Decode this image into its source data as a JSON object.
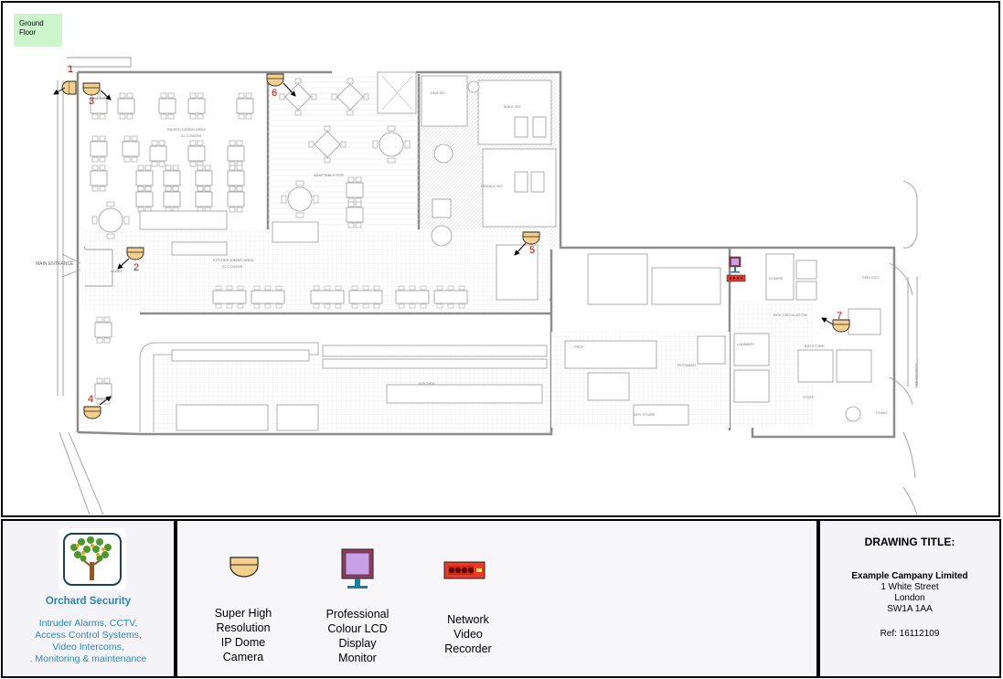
{
  "plan": {
    "floor_label": "Ground Floor",
    "cameras": [
      {
        "num": "1"
      },
      {
        "num": "2"
      },
      {
        "num": "3"
      },
      {
        "num": "4"
      },
      {
        "num": "5"
      },
      {
        "num": "6"
      },
      {
        "num": "7"
      }
    ],
    "room_labels": {
      "main_entrance": "MAIN ENTRANCE",
      "raised_dining": "RAISED DINING AREA",
      "covers_1": "32 COVERS",
      "adaptable_pdr": "ADAPTABLE PDR",
      "kitchen_dining": "KITCHEN DINING AREA",
      "covers_2": "22 COVERS",
      "disabled_wc": "DDA WC",
      "male_wc": "MALE WC",
      "female_wc": "FEMALE WC",
      "kitchen": "KITCHEN",
      "prep": "PREP",
      "pot_wash": "POTWASH",
      "dry_store": "DRY STORE",
      "comms": "COMMS",
      "fire_exit": "FIRE EXIT",
      "bin_circulation": "BOH CIRCULATION",
      "bin_store": "BIN STORE",
      "plant": "PLANT",
      "staff": "STAFF",
      "laundry": "LAUNDRY",
      "lobby": "LOBBY",
      "loading_bay": "LOADING BAY"
    }
  },
  "company": {
    "name": "Orchard Security",
    "services": [
      "Intruder Alarms, CCTV,",
      "Access Control Systems,",
      "Video Intercoms,",
      ". Monitoring & maintenance"
    ]
  },
  "legend": [
    {
      "icon": "dome-camera-icon",
      "lines": [
        "Super High",
        "Resolution",
        "IP Dome",
        "Camera"
      ]
    },
    {
      "icon": "lcd-monitor-icon",
      "lines": [
        "Professional",
        "Colour LCD",
        "Display",
        "Monitor"
      ]
    },
    {
      "icon": "nvr-icon",
      "lines": [
        "Network",
        "Video",
        "Recorder"
      ]
    }
  ],
  "title_block": {
    "heading": "DRAWING TITLE:",
    "company": "Example Campany Limited",
    "address_lines": [
      "1 White Street",
      "London",
      "SW1A 1AA"
    ],
    "ref": "Ref: 16112109"
  },
  "colors": {
    "camera_fill": "#f4cf8e",
    "camera_num": "#d00000",
    "floor_label_bg": "#ccf5cc",
    "company_blue": "#2a86b4",
    "monitor_frame": "#8b3f5f",
    "monitor_screen": "#c7a0e8",
    "nvr_body": "#e83a2a",
    "wall": "#8c8c8c"
  }
}
